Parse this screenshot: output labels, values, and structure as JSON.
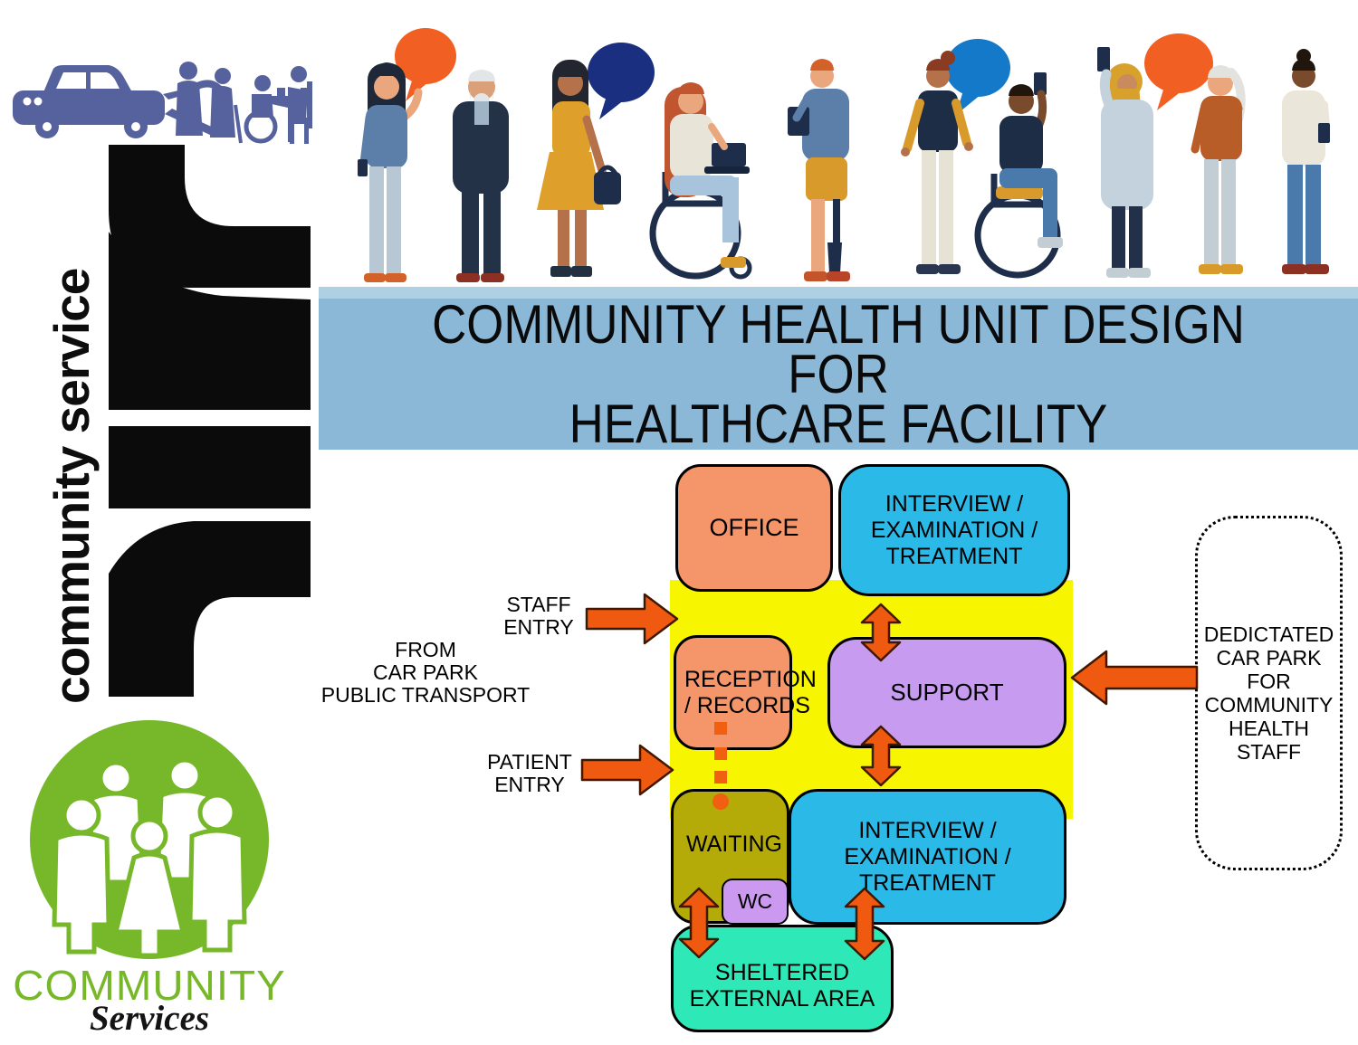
{
  "colors": {
    "yellow": "#f7f500",
    "salmon": "#f4956a",
    "cyan": "#2bb9e8",
    "purple": "#c79bef",
    "olive": "#b5ab08",
    "teal": "#2ee8b8",
    "wc": "#cb99f0",
    "arrow": "#f05a10",
    "arrow-outline": "#401800",
    "banner": "#8cb8d8",
    "banner-light": "#aed0e2",
    "green": "#76b82a",
    "blueart": "#56629e"
  },
  "banner": {
    "title": "COMMUNITY HEALTH UNIT DESIGN FOR\nHEALTHCARE FACILITY"
  },
  "left_logo": {
    "vertical_text": "community service",
    "community_title": "COMMUNITY",
    "community_subtitle": "Services"
  },
  "plan": {
    "rooms": {
      "office": "OFFICE",
      "interview_top": "INTERVIEW /\nEXAMINATION /\nTREATMENT",
      "reception": "RECEPTION\n/ RECORDS",
      "support": "SUPPORT",
      "waiting": "WAITING",
      "wc": "WC",
      "interview_bottom": "INTERVIEW /\nEXAMINATION /\nTREATMENT",
      "sheltered": "SHELTERED\nEXTERNAL AREA"
    },
    "labels": {
      "staff_entry": "STAFF\nENTRY",
      "from_car_park": "FROM\nCAR PARK\nPUBLIC TRANSPORT",
      "patient_entry": "PATIENT\nENTRY",
      "dedicated_car_park": "DEDICTATED\nCAR PARK FOR\nCOMMUNITY\nHEALTH STAFF"
    }
  }
}
